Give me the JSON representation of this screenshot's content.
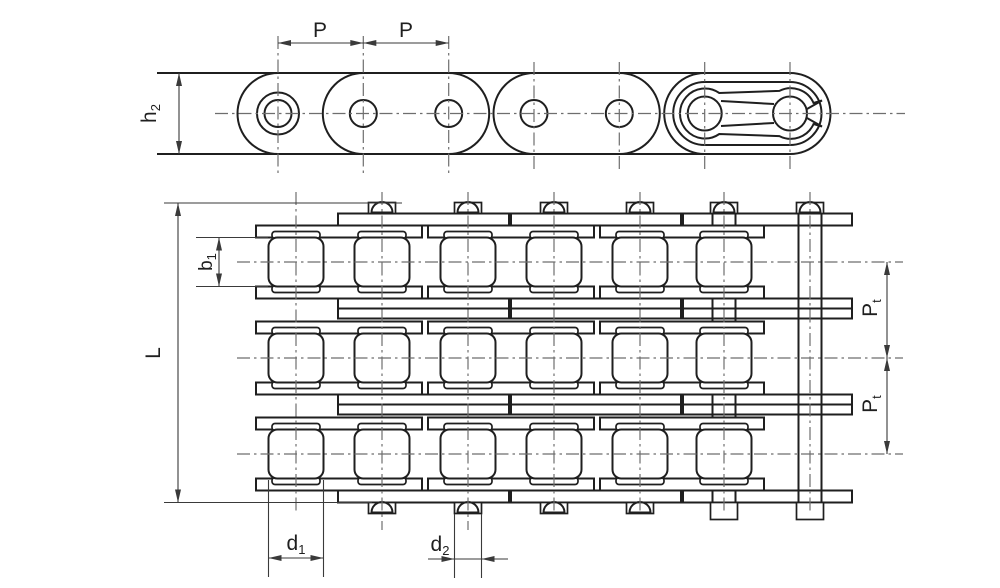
{
  "drawing": {
    "labels": {
      "pitch_1": {
        "text": "P",
        "sub": ""
      },
      "pitch_2": {
        "text": "P",
        "sub": ""
      },
      "plate_height": {
        "text": "h",
        "sub": "2"
      },
      "pin_length": {
        "text": "L",
        "sub": ""
      },
      "inner_width": {
        "text": "b",
        "sub": "1"
      },
      "transverse_pitch_1": {
        "text": "P",
        "sub": "t"
      },
      "transverse_pitch_2": {
        "text": "P",
        "sub": "t"
      },
      "roller_diameter": {
        "text": "d",
        "sub": "1"
      },
      "pin_diameter": {
        "text": "d",
        "sub": "2"
      }
    },
    "colors": {
      "line": "#1f1f1f",
      "centerline": "#6e6e6e",
      "dimension": "#3a3a3a",
      "fill": "#ffffff",
      "background": "#ffffff"
    }
  }
}
